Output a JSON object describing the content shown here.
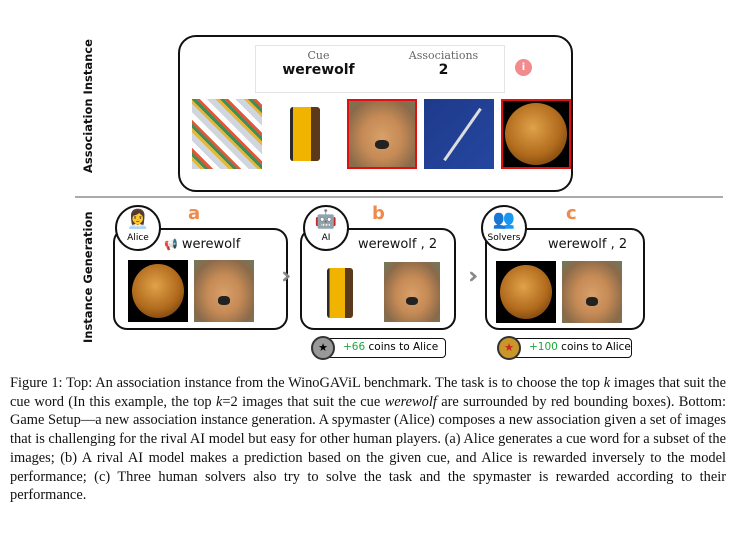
{
  "top": {
    "section_label": "Association Instance",
    "cue_label": "Cue",
    "cue_value": "werewolf",
    "assoc_label": "Associations",
    "assoc_value": "2",
    "info_icon": "i",
    "images": [
      "pills",
      "film-roll",
      "puppy",
      "syringes",
      "planet"
    ],
    "selected": [
      "puppy",
      "planet"
    ],
    "highlight_color": "#e01010"
  },
  "bottom": {
    "section_label": "Instance Generation",
    "panels": [
      {
        "letter": "a",
        "actor": "Alice",
        "emoji": "👩‍💼",
        "text": "werewolf",
        "icon": "📢"
      },
      {
        "letter": "b",
        "actor": "AI",
        "emoji": "🤖",
        "text": "werewolf , 2"
      },
      {
        "letter": "c",
        "actor": "Solvers",
        "emoji": "👥",
        "text": "werewolf , 2"
      }
    ],
    "rewards": [
      {
        "amount": "+66",
        "text": " coins to Alice",
        "coin": "silver"
      },
      {
        "amount": "+100",
        "text": " coins to Alice",
        "coin": "gold"
      }
    ]
  },
  "caption": {
    "p1": "Figure 1: Top: An association instance from the WinoGAViL benchmark. The task is to choose the top ",
    "k1": "k",
    "p2": " images that suit the cue word (In this example, the top ",
    "k2": "k",
    "p3": "=2 images that suit the cue ",
    "cue": "werewolf",
    "p4": " are surrounded by red bounding boxes). Bottom: Game Setup—a new association instance generation. A spymaster (Alice) composes a new association given a set of images that is challenging for the rival AI model but easy for other human players. (a) Alice generates a cue word for a subset of the images; (b) A rival AI model makes a prediction based on the given cue, and Alice is rewarded inversely to the model performance; (c) Three human solvers also try to solve the task and the spymaster is rewarded according to their performance."
  }
}
